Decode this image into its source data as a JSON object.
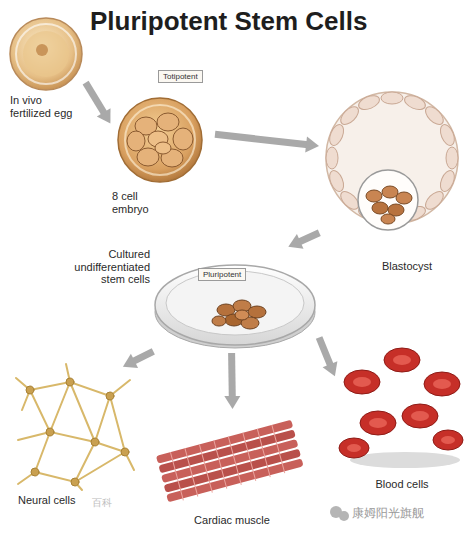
{
  "diagram": {
    "title": "Pluripotent Stem Cells",
    "nodes": [
      {
        "text": [
          "In vivo fertilized egg"
        ]
      },
      {
        "text": [
          "Totipotent",
          "8 cell embryo"
        ]
      },
      {
        "text": [
          "Blastocyst"
        ]
      },
      {
        "text": [
          "Pluripotent",
          "Cultured undifferentiated stem cells"
        ]
      },
      {
        "text": [
          "Neural cells"
        ]
      },
      {
        "text": [
          "Cardiac muscle"
        ]
      },
      {
        "text": [
          "Blood cells"
        ]
      }
    ],
    "edges": [
      {
        "from": 0,
        "to": 1,
        "arrow": "to"
      },
      {
        "from": 1,
        "to": 2,
        "arrow": "to"
      },
      {
        "from": 2,
        "to": 3,
        "arrow": "to"
      },
      {
        "from": 3,
        "to": 4,
        "arrow": "to"
      },
      {
        "from": 3,
        "to": 5,
        "arrow": "to"
      },
      {
        "from": 3,
        "to": 6,
        "arrow": "to"
      }
    ],
    "labels": [
      "百科",
      "康姆阳光旗舰"
    ]
  }
}
